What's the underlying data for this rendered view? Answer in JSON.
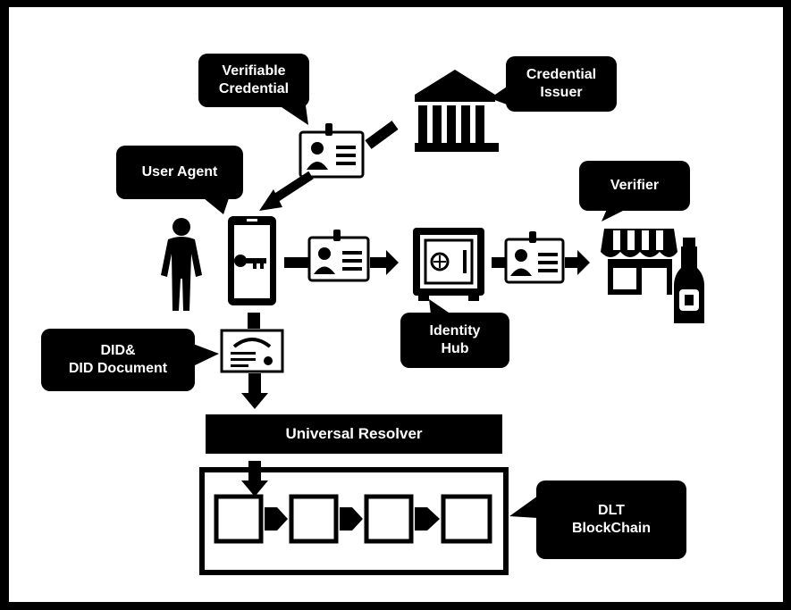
{
  "labels": {
    "verifiable_credential": "Verifiable\nCredential",
    "credential_issuer": "Credential\nIssuer",
    "user_agent": "User Agent",
    "verifier": "Verifier",
    "identity_hub": "Identity\nHub",
    "did_document": "DID&\nDID Document",
    "universal_resolver": "Universal Resolver",
    "dlt_blockchain": "DLT\nBlockChain"
  },
  "colors": {
    "ink": "#000000",
    "paper": "#ffffff"
  }
}
